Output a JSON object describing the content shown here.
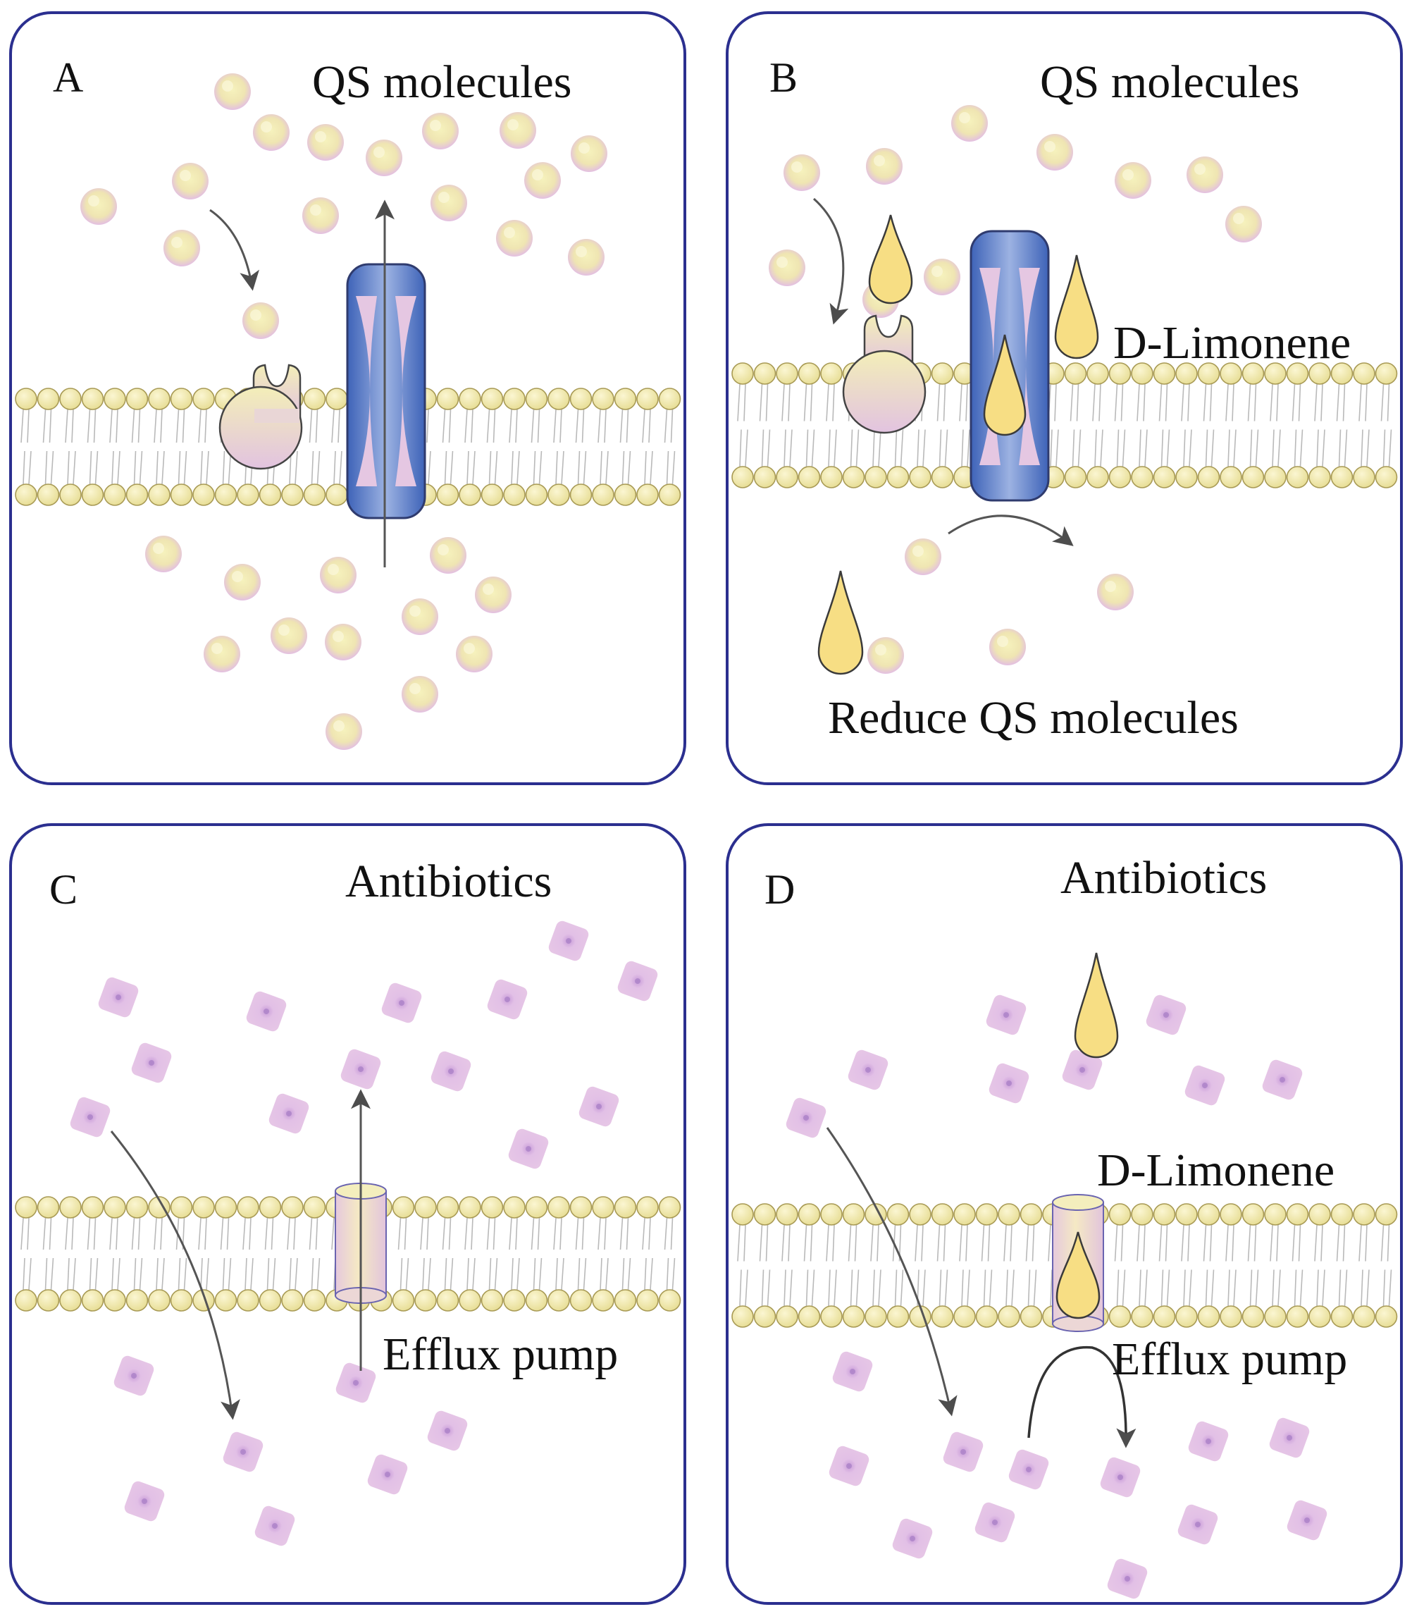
{
  "panels": [
    {
      "id": "A",
      "letter": "A",
      "heading": "QS molecules"
    },
    {
      "id": "B",
      "letter": "B",
      "heading": "QS molecules",
      "labels": {
        "inhibitor": "D-Limonene",
        "bottom": "Reduce QS molecules"
      }
    },
    {
      "id": "C",
      "letter": "C",
      "heading": "Antibiotics",
      "labels": {
        "pump": "Efflux pump"
      }
    },
    {
      "id": "D",
      "letter": "D",
      "heading": "Antibiotics",
      "labels": {
        "inhibitor": "D-Limonene",
        "pump": "Efflux pump"
      }
    }
  ],
  "colors": {
    "frame": "#2b2f8f",
    "lipid_head": "#efe6a4",
    "qs_ring": "#e8c6e6",
    "qs_core": "#f4efb4",
    "channel": "#4a6fc2",
    "channel_inner": "#e4c4e0",
    "limonene": "#f7de84",
    "antibiotic": "#e2bfe4",
    "arrow": "#555555"
  },
  "icons": {
    "qs_molecule": "qs-molecule-icon",
    "receptor": "receptor-icon",
    "channel": "membrane-channel-icon",
    "limonene": "limonene-drop-icon",
    "antibiotic": "antibiotic-icon",
    "pump": "efflux-pump-icon"
  }
}
